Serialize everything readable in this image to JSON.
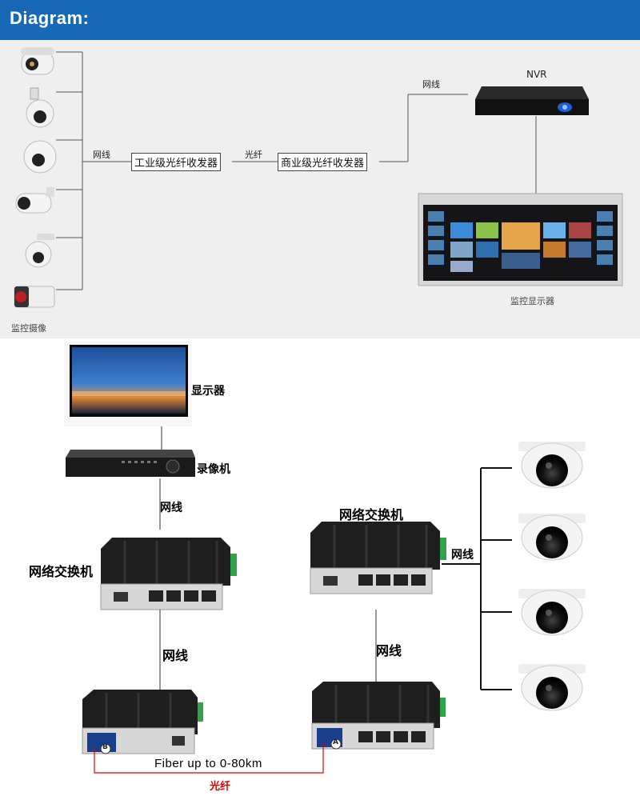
{
  "header": {
    "title": "Diagram:"
  },
  "top": {
    "cable_label_left": "网线",
    "fiber_label": "光纤",
    "industrial_transceiver": "工业级光纤收发器",
    "commercial_transceiver": "商业级光纤收发器",
    "cable_label_right": "网线",
    "nvr_label": "NVR",
    "monitor_label": "监控显示器",
    "camera_label": "监控摄像"
  },
  "bottom": {
    "display_label": "显示器",
    "recorder_label": "录像机",
    "cable_1": "网线",
    "switch_left_label": "网络交换机",
    "cable_2": "网线",
    "switch_right_label": "网络交换机",
    "cable_3": "网线",
    "cable_4": "网线",
    "fiber_distance": "Fiber up to 0-80km",
    "fiber_label": "光纤",
    "port_b": "B",
    "port_a": "A"
  },
  "colors": {
    "header": "#1769b5",
    "fiber_line": "#e00000"
  }
}
